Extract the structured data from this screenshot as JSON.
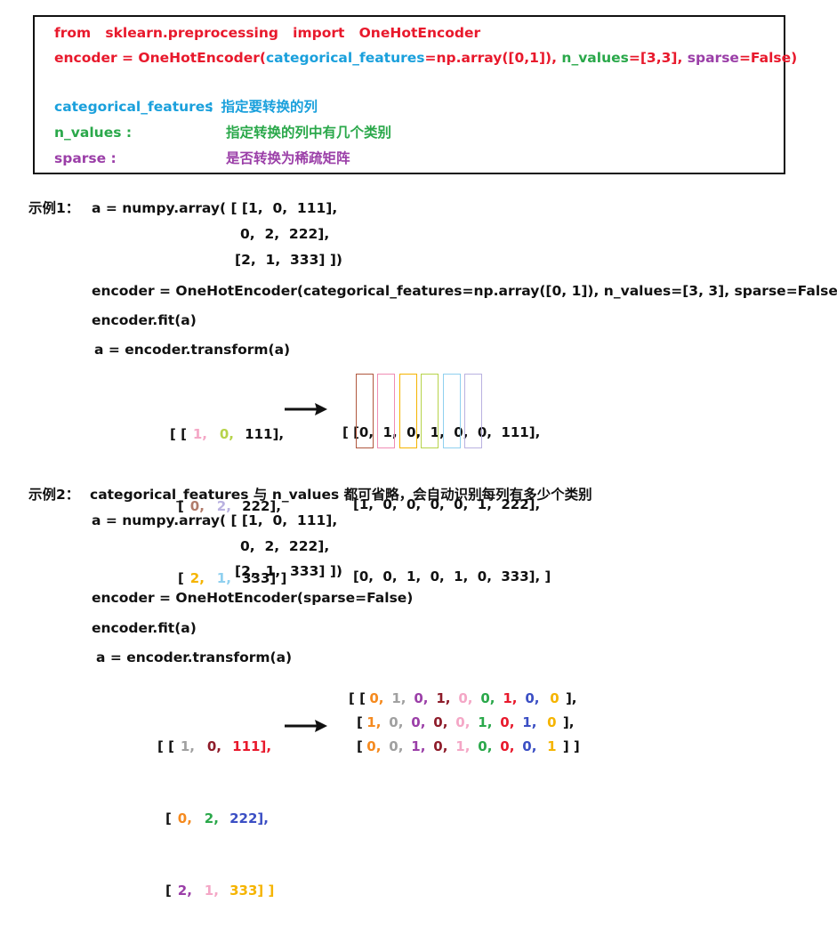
{
  "colors": {
    "red": "#e8192c",
    "cyan": "#1aa0dc",
    "green": "#2aa84a",
    "purple": "#9b3fa8"
  },
  "defbox": {
    "line1": "from   sklearn.preprocessing   import   OneHotEncoder",
    "line2_a": "encoder = OneHotEncoder(",
    "line2_b": "categorical_features",
    "line2_c": "=np.array([0,1]), ",
    "line2_d": "n_values",
    "line2_e": "=[3,3], ",
    "line2_f": "sparse",
    "line2_g": "=False)",
    "p1_name": "categorical_features",
    "p1_desc": "：指定要转换的列",
    "p2_name": "n_values :",
    "p2_desc": "指定转换的列中有几个类别",
    "p3_name": "sparse :",
    "p3_desc": "是否转换为稀疏矩阵"
  },
  "ex1": {
    "label": "示例1：",
    "a1": "a = numpy.array( [ [1,  0,  111],",
    "a2": "0,  2,  222],",
    "a3": "[2,  1,  333] ])",
    "enc": "encoder = OneHotEncoder(categorical_features=np.array([0, 1]), n_values=[3, 3], sparse=False)",
    "fit": "encoder.fit(a)",
    "tr": "a = encoder.transform(a)",
    "left": [
      [
        "[ [",
        "1,",
        "0,",
        "111],"
      ],
      [
        "[",
        "0,",
        "2,",
        "222],"
      ],
      [
        "[",
        "2,",
        "1,",
        "333] ]"
      ]
    ],
    "right": [
      "[ [0,  1,  0,  1,  0,  0,  111],",
      "[1,  0,  0,  0,  0,  1,  222],",
      "[0,  0,  1,  0,  1,  0,  333], ]"
    ]
  },
  "ex2": {
    "label": "示例2：",
    "desc": "categorical_features 与 n_values 都可省略，会自动识别每列有多少个类别",
    "a1": "a = numpy.array( [ [1,  0,  111],",
    "a2": "0,  2,  222],",
    "a3": "[2,  1,  333] ])",
    "enc": "encoder = OneHotEncoder(sparse=False)",
    "fit": "encoder.fit(a)",
    "tr": "a = encoder.transform(a)",
    "left": [
      [
        "[ [",
        "1,",
        "0,",
        "111],"
      ],
      [
        "[",
        "0,",
        "2,",
        "222],"
      ],
      [
        "[",
        "2,",
        "1,",
        "333] ]"
      ]
    ],
    "right": [
      [
        "[ [",
        "0,",
        "1,",
        "0,",
        "1,",
        "0,",
        "0,",
        "1,",
        "0,",
        "0",
        "],"
      ],
      [
        "[",
        "1,",
        "0,",
        "0,",
        "0,",
        "0,",
        "1,",
        "0,",
        "1,",
        "0",
        "],"
      ],
      [
        "[",
        "0,",
        "0,",
        "1,",
        "0,",
        "1,",
        "0,",
        "0,",
        "0,",
        "1",
        "] ]"
      ]
    ]
  }
}
